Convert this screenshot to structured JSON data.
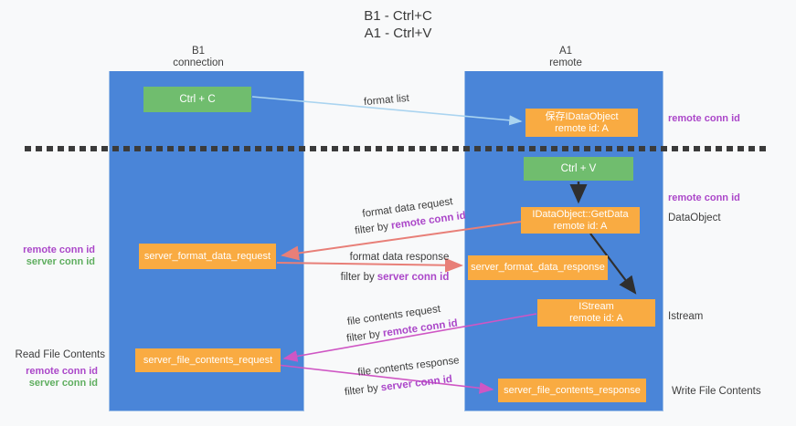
{
  "title": {
    "line1": "B1 - Ctrl+C",
    "line2": "A1 - Ctrl+V"
  },
  "columns": {
    "left": {
      "name": "B1",
      "role": "connection"
    },
    "right": {
      "name": "A1",
      "role": "remote"
    }
  },
  "boxes": {
    "ctrl_c": {
      "label": "Ctrl + C"
    },
    "ctrl_v": {
      "label": "Ctrl + V"
    },
    "save_idataobject": {
      "line1": "保存IDataObject",
      "line2": "remote id: A"
    },
    "idataobject_getdata": {
      "line1": "IDataObject::GetData",
      "line2": "remote id: A"
    },
    "istream": {
      "line1": "IStream",
      "line2": "remote id: A"
    },
    "server_format_data_request": {
      "label": "server_format_data_request"
    },
    "server_format_data_response": {
      "label": "server_format_data_response"
    },
    "server_file_contents_request": {
      "label": "server_file_contents_request"
    },
    "server_file_contents_response": {
      "label": "server_file_contents_response"
    }
  },
  "flow_labels": {
    "format_list": "format list",
    "format_data_request": "format data request",
    "format_data_response": "format data response",
    "file_contents_request": "file contents request",
    "file_contents_response": "file contents response",
    "filter_by": "filter by",
    "remote_conn_id": "remote conn id",
    "server_conn_id": "server conn id"
  },
  "side_labels": {
    "left": {
      "remote_conn_id": "remote conn id",
      "server_conn_id": "server conn id",
      "read_file_contents": "Read File Contents"
    },
    "right": {
      "remote_conn_id_top": "remote conn id",
      "remote_conn_id_mid": "remote conn id",
      "dataobject": "DataObject",
      "istream": "Istream",
      "write_file_contents": "Write File Contents"
    }
  },
  "arrows": [
    {
      "name": "format-list",
      "from": "ctrl_c",
      "to": "save_idataobject",
      "color": "#aad4f0"
    },
    {
      "name": "ctrl-v-to-getdata",
      "from": "ctrl_v",
      "to": "idataobject_getdata",
      "color": "#2f2f2f"
    },
    {
      "name": "getdata-to-istream",
      "from": "idataobject_getdata",
      "to": "istream",
      "color": "#2f2f2f"
    },
    {
      "name": "format-data-request",
      "from": "idataobject_getdata",
      "to": "server_format_data_request",
      "color": "#e87f78"
    },
    {
      "name": "format-data-response",
      "from": "server_format_data_request",
      "to": "server_format_data_response",
      "color": "#e87f78"
    },
    {
      "name": "file-contents-request",
      "from": "istream",
      "to": "server_file_contents_request",
      "color": "#cf56c4"
    },
    {
      "name": "file-contents-response",
      "from": "server_file_contents_request",
      "to": "server_file_contents_response",
      "color": "#cf56c4"
    }
  ],
  "colors": {
    "background": "#f8f9fa",
    "column_blue": "#4a85d8",
    "box_orange": "#f9ab42",
    "box_green": "#70bd6e",
    "label_purple": "#ab47c9",
    "label_green": "#5fae5f",
    "arrow_salmon": "#e87f78",
    "arrow_magenta": "#cf56c4",
    "arrow_lightblue": "#aad4f0",
    "arrow_black": "#2f2f2f",
    "dashed_line": "#3b3b3b"
  }
}
